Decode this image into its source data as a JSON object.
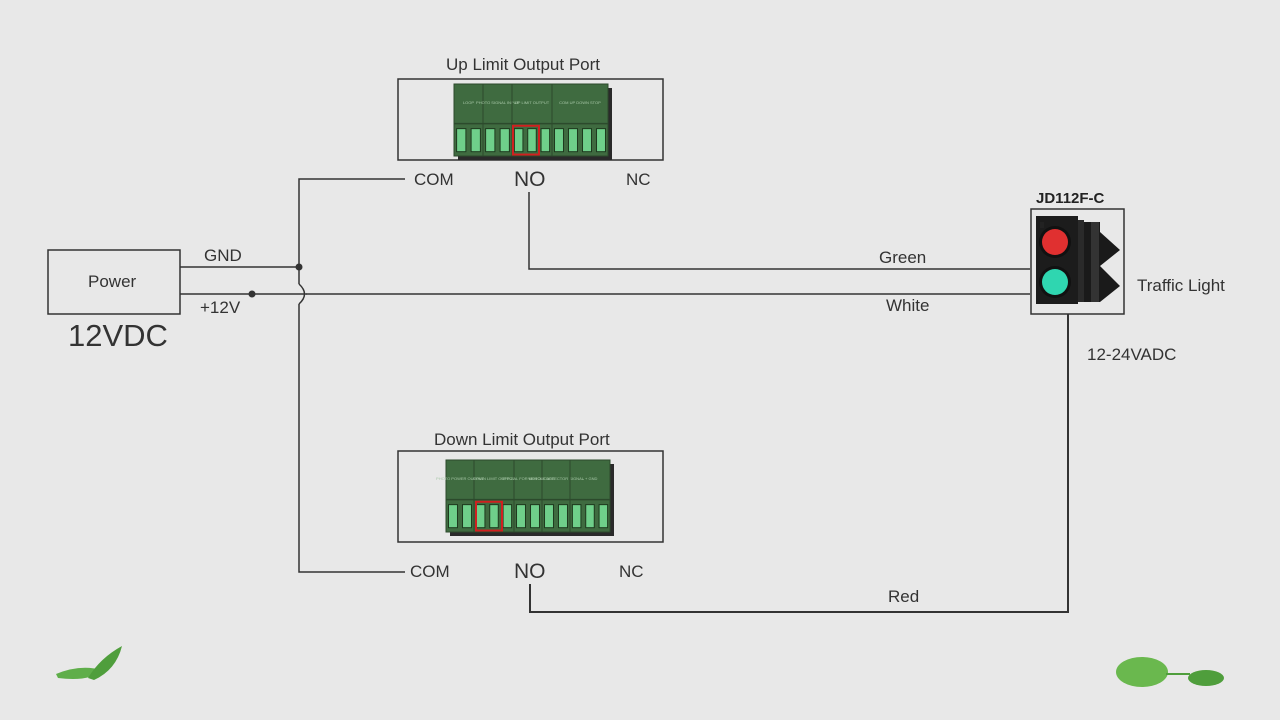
{
  "power": {
    "box_label": "Power",
    "voltage": "12VDC",
    "gnd_label": "GND",
    "plus_label": "+12V"
  },
  "up_port": {
    "title": "Up Limit Output Port",
    "com": "COM",
    "no": "NO",
    "nc": "NC",
    "blocks": [
      "LOOP",
      "PHOTO SIGNAL INPUT",
      "UP LIMIT OUTPUT",
      "COM",
      "UP",
      "DOWN",
      "STOP"
    ]
  },
  "down_port": {
    "title": "Down Limit Output Port",
    "com": "COM",
    "no": "NO",
    "nc": "NC",
    "blocks": [
      "PHOTO POWER OUTPUT",
      "DOWN LIMIT OUTPUT",
      "SPECIAL FOR MOTORCADE",
      "VEHICLE DETECTOR SIGNAL",
      "- + GND"
    ]
  },
  "traffic_light": {
    "model": "JD112F-C",
    "label": "Traffic Light",
    "voltage": "12-24VADC"
  },
  "wires": {
    "green": "Green",
    "white": "White",
    "red": "Red"
  },
  "colors": {
    "terminal_green": "#3f6b40",
    "terminal_slot": "#6fcf8a",
    "highlight": "#d02020",
    "red_lamp": "#e03030",
    "green_lamp": "#2fd6b0",
    "wire": "#333333"
  }
}
